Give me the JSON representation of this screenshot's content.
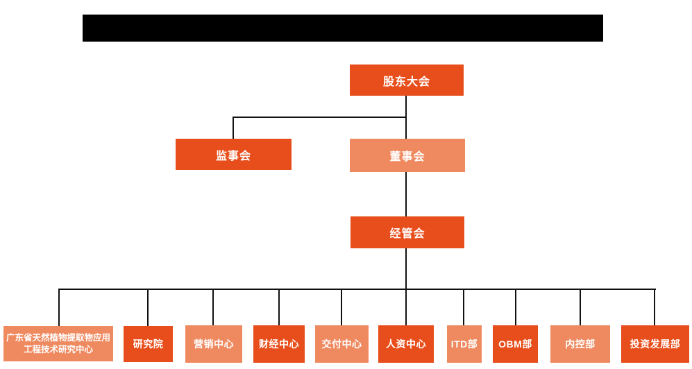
{
  "page": {
    "background": "#FFFFFF",
    "redacted_title_bar": {
      "visible_content": "solid black redaction bar, no readable text",
      "color": "#000000"
    }
  },
  "colors": {
    "primary_box": "#E84E1B",
    "secondary_box": "#EF8A60",
    "connector": "#111111",
    "box_text": "#FFFFFF"
  },
  "org_chart": {
    "type": "organization-hierarchy",
    "committees": [
      {
        "id": "shareholders-meeting",
        "label": "股东大会",
        "level": 1,
        "color_role": "primary",
        "reports_to": null
      },
      {
        "id": "supervisory-board",
        "label": "监事会",
        "level": 2,
        "color_role": "primary",
        "reports_to": "股东大会"
      },
      {
        "id": "board-of-directors",
        "label": "董事会",
        "level": 2,
        "color_role": "secondary",
        "reports_to": "股东大会"
      },
      {
        "id": "management-committee",
        "label": "经管会",
        "level": 3,
        "color_role": "primary",
        "reports_to": "董事会"
      }
    ],
    "departments": [
      {
        "id": "gd-natural-plant-extract-research-center",
        "label": "广东省天然植物提取物应用工程技术研究中心",
        "color_role": "secondary",
        "reports_to": "经管会"
      },
      {
        "id": "research-institute",
        "label": "研究院",
        "color_role": "primary",
        "reports_to": "经管会"
      },
      {
        "id": "marketing-center",
        "label": "营销中心",
        "color_role": "secondary",
        "reports_to": "经管会"
      },
      {
        "id": "finance-center",
        "label": "财经中心",
        "color_role": "primary",
        "reports_to": "经管会"
      },
      {
        "id": "delivery-center",
        "label": "交付中心",
        "color_role": "secondary",
        "reports_to": "经管会"
      },
      {
        "id": "hr-center",
        "label": "人资中心",
        "color_role": "primary",
        "reports_to": "经管会"
      },
      {
        "id": "itd-department",
        "label": "ITD部",
        "color_role": "secondary",
        "reports_to": "经管会"
      },
      {
        "id": "obm-department",
        "label": "OBM部",
        "color_role": "primary",
        "reports_to": "经管会"
      },
      {
        "id": "internal-control-department",
        "label": "内控部",
        "color_role": "secondary",
        "reports_to": "经管会"
      },
      {
        "id": "investment-development-department",
        "label": "投资发展部",
        "color_role": "primary",
        "reports_to": "经管会"
      }
    ]
  }
}
